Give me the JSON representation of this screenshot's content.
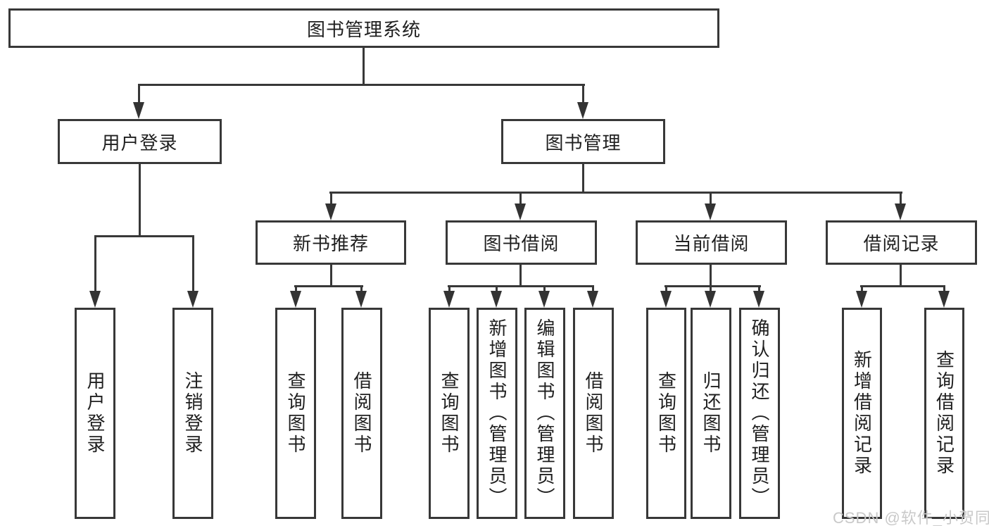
{
  "colors": {
    "line": "#383838",
    "text": "#1f1f1f",
    "watermark_gray": "#c9c9c9",
    "background": "#ffffff"
  },
  "watermark": "CSDN @软件_小贺同学",
  "nodes": {
    "root": "图书管理系统",
    "l1": [
      {
        "label": "用户登录",
        "children": [
          {
            "label": "用户登录"
          },
          {
            "label": "注销登录"
          }
        ]
      },
      {
        "label": "图书管理",
        "groups": [
          {
            "label": "新书推荐",
            "children": [
              {
                "label": "查询图书"
              },
              {
                "label": "借阅图书"
              }
            ]
          },
          {
            "label": "图书借阅",
            "children": [
              {
                "label": "查询图书"
              },
              {
                "label": "新增图书（管理员）"
              },
              {
                "label": "编辑图书（管理员）"
              },
              {
                "label": "借阅图书"
              }
            ]
          },
          {
            "label": "当前借阅",
            "children": [
              {
                "label": "查询图书"
              },
              {
                "label": "归还图书"
              },
              {
                "label": "确认归还（管理员）"
              }
            ]
          },
          {
            "label": "借阅记录",
            "children": [
              {
                "label": "新增借阅记录"
              },
              {
                "label": "查询借阅记录"
              }
            ]
          }
        ]
      }
    ]
  }
}
